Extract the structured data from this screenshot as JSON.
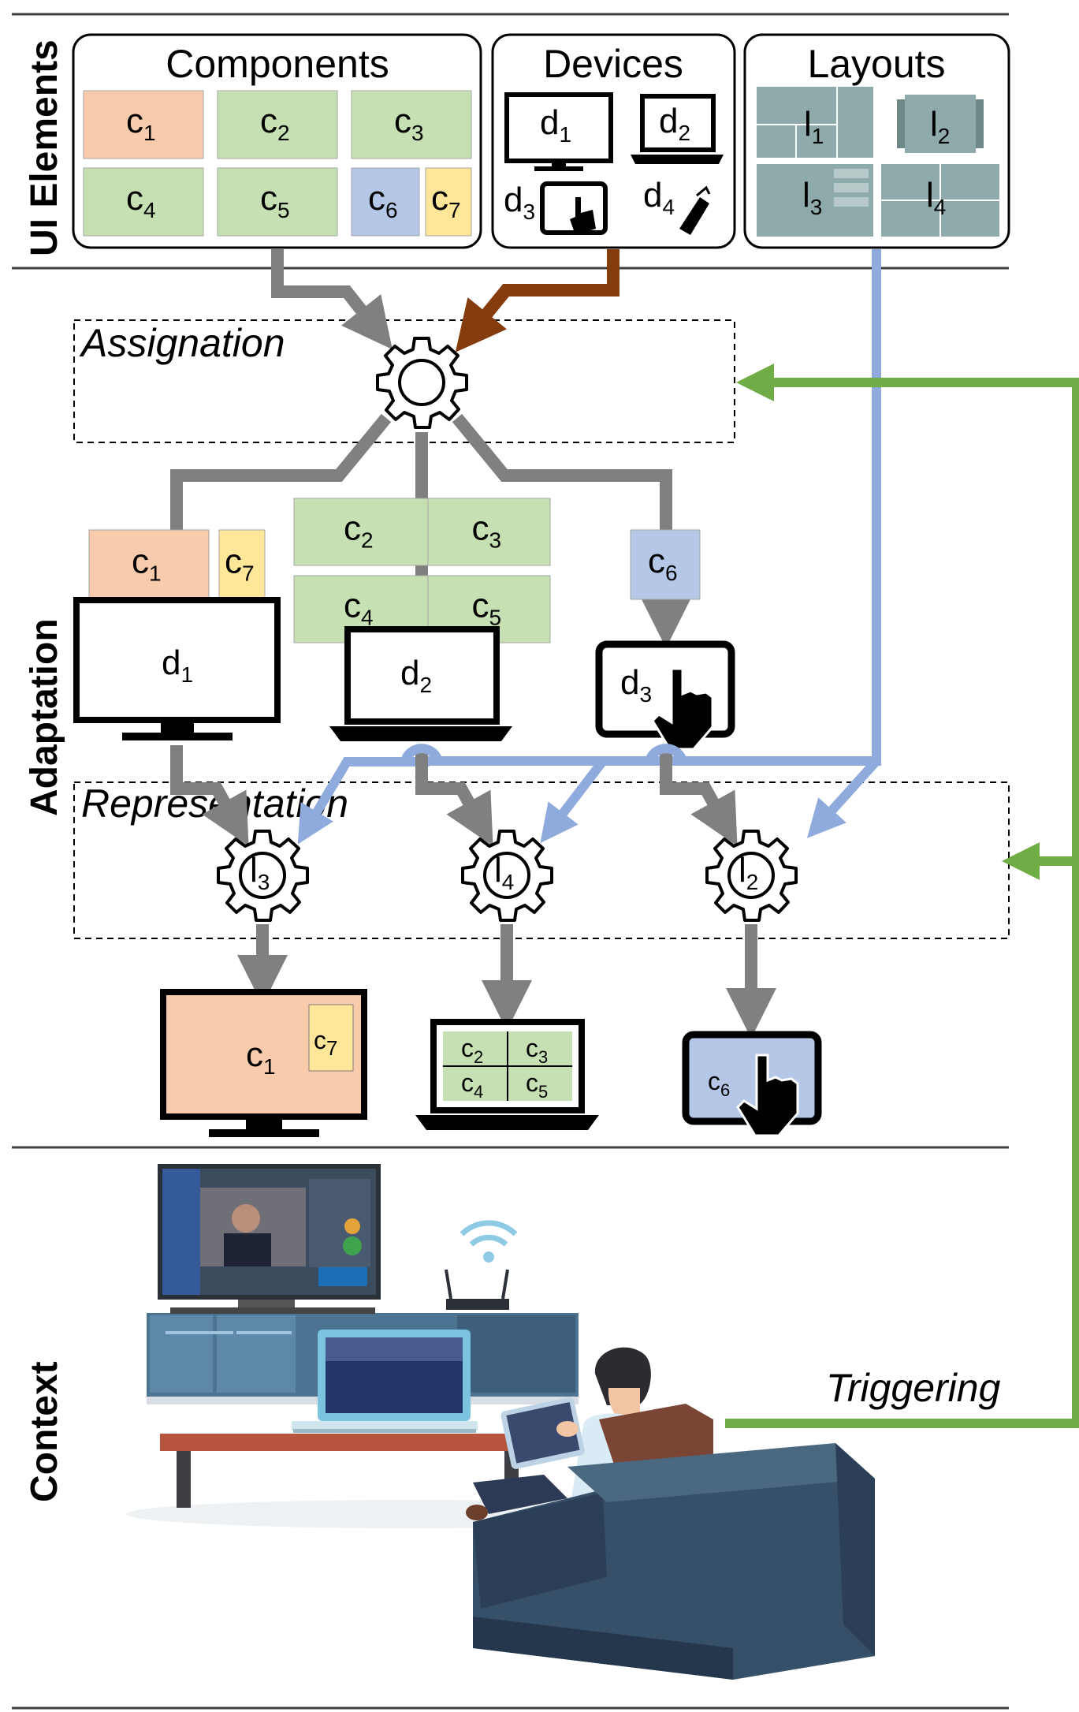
{
  "sections": {
    "ui_elements": "UI Elements",
    "adaptation": "Adaptation",
    "context": "Context"
  },
  "panels": {
    "components": "Components",
    "devices": "Devices",
    "layouts": "Layouts"
  },
  "processes": {
    "assignation": "Assignation",
    "representation": "Representation",
    "triggering": "Triggering"
  },
  "components": [
    {
      "id": "c1",
      "base": "c",
      "sub": "1",
      "color": "#f8cbad"
    },
    {
      "id": "c2",
      "base": "c",
      "sub": "2",
      "color": "#c6e0b4"
    },
    {
      "id": "c3",
      "base": "c",
      "sub": "3",
      "color": "#c6e0b4"
    },
    {
      "id": "c4",
      "base": "c",
      "sub": "4",
      "color": "#c6e0b4"
    },
    {
      "id": "c5",
      "base": "c",
      "sub": "5",
      "color": "#c6e0b4"
    },
    {
      "id": "c6",
      "base": "c",
      "sub": "6",
      "color": "#b4c7e7"
    },
    {
      "id": "c7",
      "base": "c",
      "sub": "7",
      "color": "#ffe699"
    }
  ],
  "devices": [
    {
      "id": "d1",
      "base": "d",
      "sub": "1",
      "icon": "monitor-icon"
    },
    {
      "id": "d2",
      "base": "d",
      "sub": "2",
      "icon": "laptop-icon"
    },
    {
      "id": "d3",
      "base": "d",
      "sub": "3",
      "icon": "tablet-icon"
    },
    {
      "id": "d4",
      "base": "d",
      "sub": "4",
      "icon": "phone-icon"
    }
  ],
  "layouts": [
    {
      "id": "l1",
      "base": "l",
      "sub": "1"
    },
    {
      "id": "l2",
      "base": "l",
      "sub": "2"
    },
    {
      "id": "l3",
      "base": "l",
      "sub": "3"
    },
    {
      "id": "l4",
      "base": "l",
      "sub": "4"
    }
  ],
  "colors": {
    "assign_arrow": "#808080",
    "device_arrow": "#843c0c",
    "layout_arrow": "#8faadc",
    "trigger_arrow": "#70ad47",
    "layout_tile": "#8faaaa",
    "line": "#404040"
  }
}
